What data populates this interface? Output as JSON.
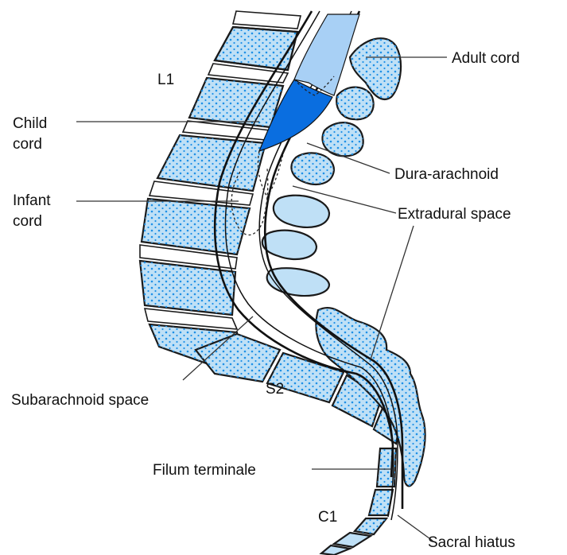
{
  "labels": {
    "adult_cord": "Adult cord",
    "l1": "L1",
    "child_cord_line1": "Child",
    "child_cord_line2": "cord",
    "dura_arachnoid": "Dura-arachnoid",
    "infant_cord_line1": "Infant",
    "infant_cord_line2": "cord",
    "extradural_space": "Extradural space",
    "subarachnoid_space": "Subarachnoid space",
    "s2": "S2",
    "filum_terminale": "Filum terminale",
    "c1": "C1",
    "sacral_hiatus": "Sacral hiatus"
  },
  "colors": {
    "bone_fill": "#bfe0f6",
    "bone_dots": "#1e90e6",
    "adult_cord": "#a8d0f5",
    "cord_dark": "#0a6ee0",
    "outline": "#111111"
  }
}
